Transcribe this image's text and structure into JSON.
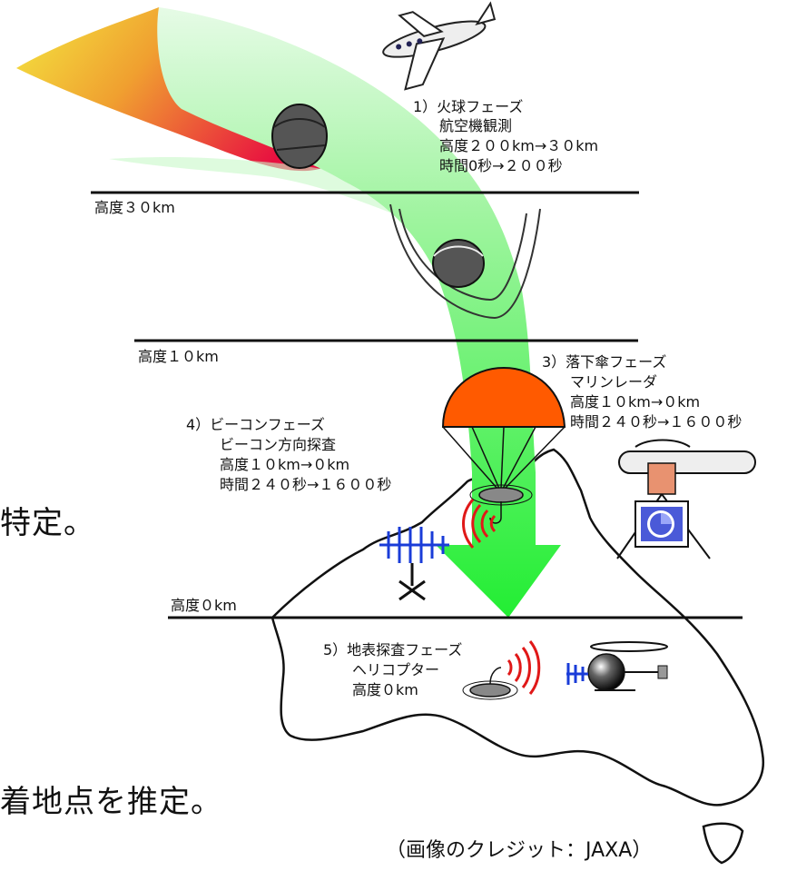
{
  "phase1": {
    "title": "1）火球フェーズ",
    "line1": "航空機観測",
    "line2": "高度２００km→３０km",
    "line3": "時間0秒→２００秒"
  },
  "phase3": {
    "title": "3）落下傘フェーズ",
    "line1": "マリンレーダ",
    "line2": "高度１０km→０km",
    "line3": "時間２４０秒→１６００秒"
  },
  "phase4": {
    "title": "4）ビーコンフェーズ",
    "line1": "ビーコン方向探査",
    "line2": "高度１０km→０km",
    "line3": "時間２４０秒→１６００秒"
  },
  "phase5": {
    "title": "5）地表探査フェーズ",
    "line1": "ヘリコプター",
    "line2": "高度０km"
  },
  "altitudes": {
    "alt30": "高度３０km",
    "alt10": "高度１０km",
    "alt0": "高度０km"
  },
  "fragments": {
    "text1": "特定。",
    "text2": "着地点を推定。"
  },
  "credit": "（画像のクレジット：JAXA）",
  "colors": {
    "trail": "#f0e050",
    "fireball": "#e01840",
    "path": "#38f040",
    "parachute": "#ff5a00",
    "signal": "#e01818",
    "antenna": "#1a3cd8"
  }
}
